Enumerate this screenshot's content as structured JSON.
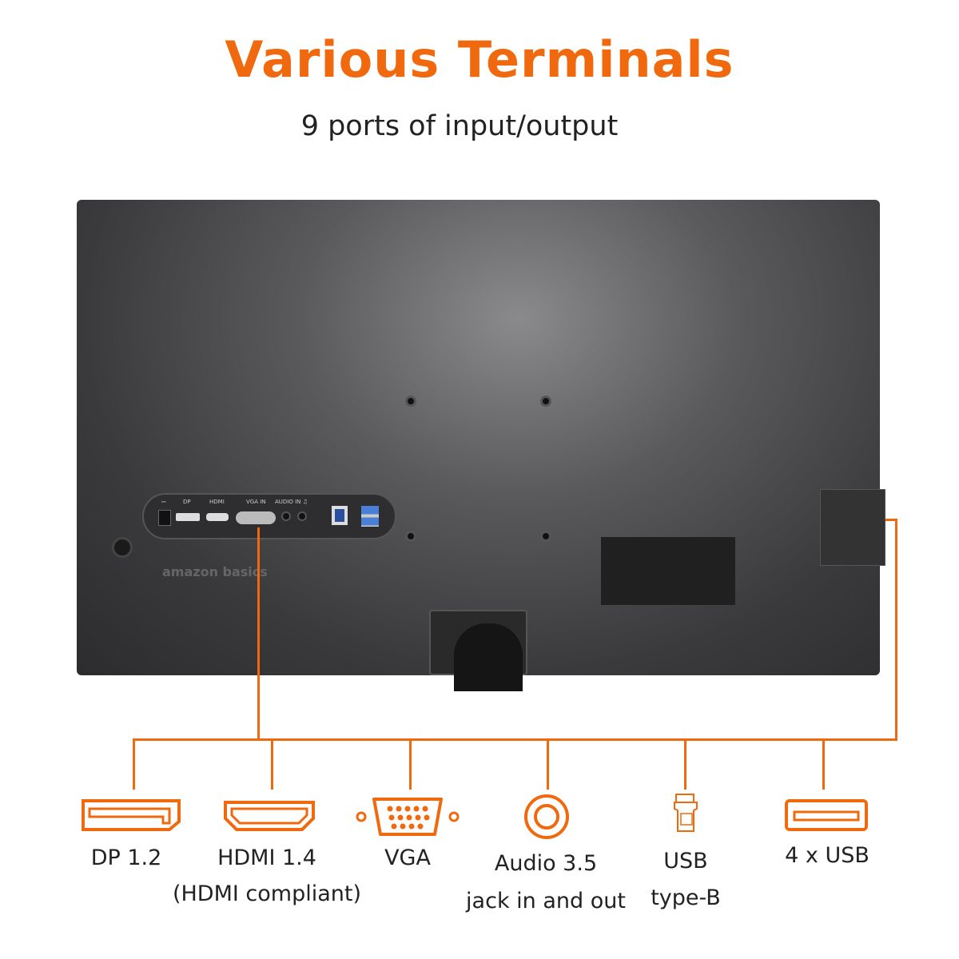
{
  "header": {
    "title": "Various Terminals",
    "subtitle": "9 ports of input/output"
  },
  "monitor": {
    "brand": "amazon basics",
    "port_labels": {
      "power": "⎓",
      "dp": "DP",
      "hdmi": "HDMI",
      "vga": "VGA IN",
      "audio": "AUDIO IN  ♫"
    }
  },
  "ports": [
    {
      "icon": "displayport-icon",
      "label": "DP 1.2",
      "sub": ""
    },
    {
      "icon": "hdmi-icon",
      "label": "HDMI 1.4",
      "sub": "(HDMI compliant)"
    },
    {
      "icon": "vga-icon",
      "label": "VGA",
      "sub": ""
    },
    {
      "icon": "audio-jack-icon",
      "label": "Audio 3.5",
      "sub": "jack in and out"
    },
    {
      "icon": "usb-b-icon",
      "label": "USB",
      "sub": "type-B"
    },
    {
      "icon": "usb-a-icon",
      "label": "4 x USB",
      "sub": ""
    }
  ],
  "colors": {
    "accent": "#f0690f"
  }
}
